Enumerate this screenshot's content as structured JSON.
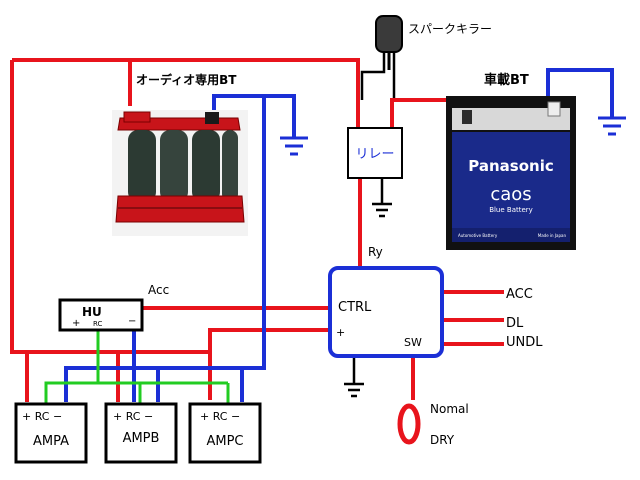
{
  "labels": {
    "spark_killer": "スパークキラー",
    "audio_bt": "オーディオ専用BT",
    "car_bt": "車載BT",
    "relay": "リレー",
    "ry": "Ry",
    "ctrl": "CTRL",
    "hu": "HU",
    "hu_acc": "Acc",
    "acc_out": "ACC",
    "dl_out": "DL",
    "undl_out": "UNDL",
    "sw": "SW",
    "normal": "Nomal",
    "dry": "DRY",
    "plus": "+",
    "minus": "−",
    "rc": "RC"
  },
  "amps": [
    {
      "name": "AMPA",
      "pins": "+ RC −"
    },
    {
      "name": "AMPB",
      "pins": "+ RC −"
    },
    {
      "name": "AMPC",
      "pins": "+ RC −"
    }
  ],
  "car_battery": {
    "brand": "Panasonic",
    "model": "caos",
    "subtitle": "Blue Battery",
    "footer_left": "Automotive Battery",
    "footer_right": "Made in Japan"
  },
  "colors": {
    "power": "#e8141c",
    "ground": "#1b2fd6",
    "remote": "#22cc22",
    "ctrl_border": "#1b2fd6",
    "battery_red": "#c8141a",
    "battery_blue": "#1a2a8a"
  }
}
